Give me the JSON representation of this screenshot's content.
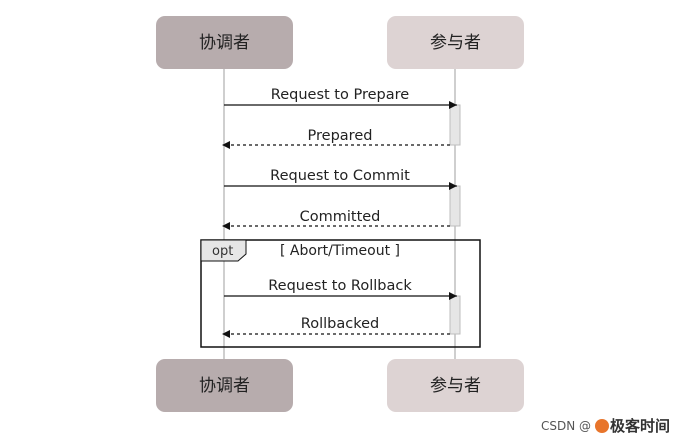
{
  "actors": {
    "coordinator": "协调者",
    "participant": "参与者"
  },
  "messages": [
    {
      "label": "Request to Prepare",
      "from": "coordinator",
      "to": "participant",
      "style": "solid"
    },
    {
      "label": "Prepared",
      "from": "participant",
      "to": "coordinator",
      "style": "dashed"
    },
    {
      "label": "Request to Commit",
      "from": "coordinator",
      "to": "participant",
      "style": "solid"
    },
    {
      "label": "Committed",
      "from": "participant",
      "to": "coordinator",
      "style": "dashed"
    },
    {
      "label": "Request to Rollback",
      "from": "coordinator",
      "to": "participant",
      "style": "solid"
    },
    {
      "label": "Rollbacked",
      "from": "participant",
      "to": "coordinator",
      "style": "dashed"
    }
  ],
  "fragment": {
    "operator": "opt",
    "condition": "[ Abort/Timeout ]"
  },
  "watermark": {
    "prefix": "CSDN @",
    "brand": "极客时间"
  },
  "colors": {
    "coordinator_box": "#b7acad",
    "participant_box": "#ddd3d3",
    "lifeline": "#cfcfcf",
    "activation": "#e6e6e6",
    "arrow": "#111111",
    "opt_tab": "#e6e6e6"
  }
}
